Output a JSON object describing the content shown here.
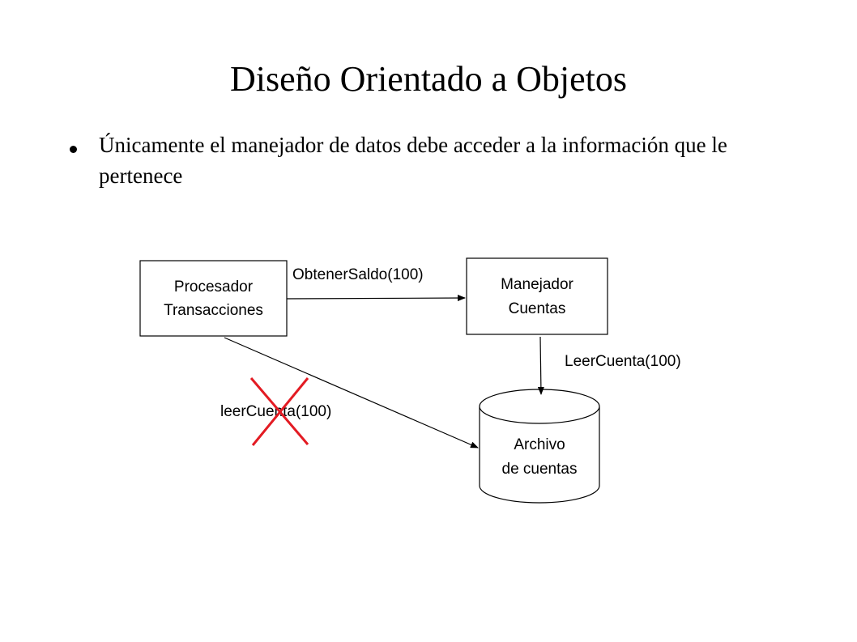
{
  "slide": {
    "title": "Diseño Orientado a Objetos",
    "bullet": "Únicamente el manejador de datos debe acceder a la información que le pertenece"
  },
  "diagram": {
    "procesador": {
      "line1": "Procesador",
      "line2": "Transacciones"
    },
    "manejador": {
      "line1": "Manejador",
      "line2": "Cuentas"
    },
    "archivo": {
      "line1": "Archivo",
      "line2": "de cuentas"
    },
    "edges": {
      "obtener_saldo": "ObtenerSaldo(100)",
      "leer_cuenta_manejador": "LeerCuenta(100)",
      "leer_cuenta_directo": "leerCuenta(100)"
    },
    "colors": {
      "line": "#000000",
      "forbidden_mark": "#e31b23"
    }
  }
}
